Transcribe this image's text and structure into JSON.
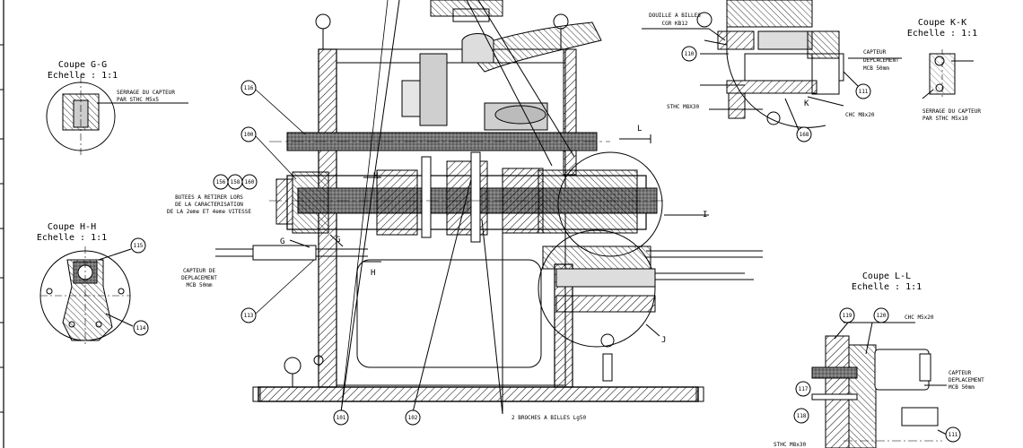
{
  "sections": {
    "gg": {
      "title": "Coupe G-G",
      "scale": "Echelle :  1:1",
      "note1": "SERRAGE DU CAPTEUR",
      "note2": "PAR STHC M5x5"
    },
    "hh": {
      "title": "Coupe H-H",
      "scale": "Echelle :  1:1"
    },
    "kk": {
      "title": "Coupe K-K",
      "scale": "Echelle :  1:1",
      "note1": "SERRAGE DU CAPTEUR",
      "note2": "PAR STHC M5x10"
    },
    "ll": {
      "title": "Coupe L-L",
      "scale": "Echelle :  1:1"
    }
  },
  "notes": {
    "butees1": "BUTEES A RETIRER LORS",
    "butees2": "DE LA CARACTERISATION",
    "butees3": "DE LA 2eme ET 4eme VITESSE",
    "capteur_left1": "CAPTEUR DE",
    "capteur_left2": "DEPLACEMENT",
    "capteur_left3": "MCB 50mm",
    "douille1": "DOUILLE A BILLES",
    "douille2": "CGR KB12",
    "capteur_top1": "CAPTEUR",
    "capteur_top2": "DEPLACEMENT",
    "capteur_top3": "MCB 50mm",
    "sthc_m8x30_a": "STHC M8X30",
    "chc_m8x20_a": "CHC M8x20",
    "chc_m5x20": "CHC M5x20",
    "capteur_right1": "CAPTEUR",
    "capteur_right2": "DEPLACEMENT",
    "capteur_right3": "MCB 50mm",
    "sthc_m8x30_b": "STHC M8x30",
    "broches": "2 BROCHES A BILLES Lg50"
  },
  "markers": {
    "L": "L",
    "I": "I",
    "J": "J",
    "K": "K",
    "H_top": "H",
    "H_bottom": "H",
    "G_left": "G",
    "G_right": "G"
  },
  "balloons": {
    "b116": "116",
    "b100": "100",
    "b156": "156",
    "b158": "158",
    "b160": "160",
    "b113": "113",
    "b115": "115",
    "b114": "114",
    "b101": "101",
    "b102": "102",
    "b110": "110",
    "b111a": "111",
    "b168": "168",
    "b119": "119",
    "b120": "120",
    "b117": "117",
    "b118": "118",
    "b111b": "111"
  }
}
